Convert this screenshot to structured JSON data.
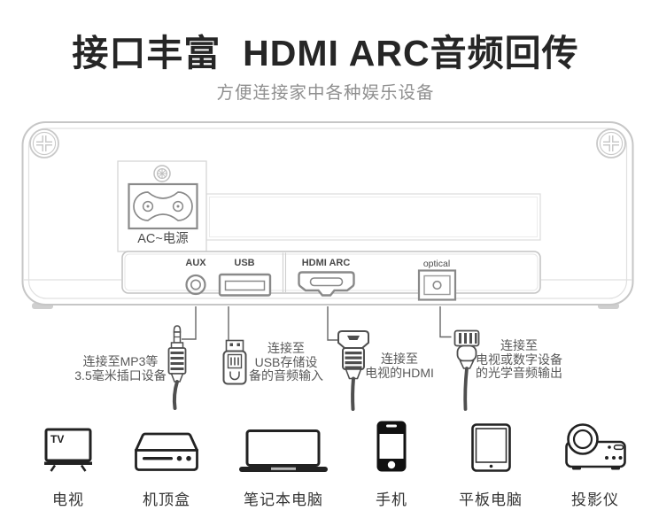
{
  "header": {
    "title": "接口丰富  HDMI ARC音频回传",
    "subtitle": "方便连接家中各种娱乐设备"
  },
  "panel": {
    "ac_label": "AC~电源",
    "ports": [
      {
        "id": "aux",
        "label": "AUX"
      },
      {
        "id": "usb",
        "label": "USB"
      },
      {
        "id": "hdmi",
        "label": "HDMI ARC"
      },
      {
        "id": "optical",
        "label": "optical"
      }
    ]
  },
  "annotations": {
    "aux": {
      "lines": [
        "连接至MP3等",
        "3.5毫米插口设备"
      ]
    },
    "usb": {
      "lines": [
        "连接至",
        "USB存储设",
        "备的音频输入"
      ]
    },
    "hdmi": {
      "lines": [
        "连接至",
        "电视的HDMI"
      ]
    },
    "optical": {
      "lines": [
        "连接至",
        "电视或数字设备",
        "的光学音频输出"
      ]
    }
  },
  "devices": [
    {
      "id": "tv",
      "label": "电视",
      "badge": "TV"
    },
    {
      "id": "stb",
      "label": "机顶盒"
    },
    {
      "id": "laptop",
      "label": "笔记本电脑"
    },
    {
      "id": "phone",
      "label": "手机"
    },
    {
      "id": "tablet",
      "label": "平板电脑"
    },
    {
      "id": "projector",
      "label": "投影仪"
    }
  ],
  "colors": {
    "title_ink": "#262626",
    "subtitle_gray": "#8f8f8f",
    "note_gray": "#595959",
    "outline_gray": "#c8c8c8",
    "port_gray": "#8a8a8a",
    "icon_black": "#1f1f1f"
  }
}
